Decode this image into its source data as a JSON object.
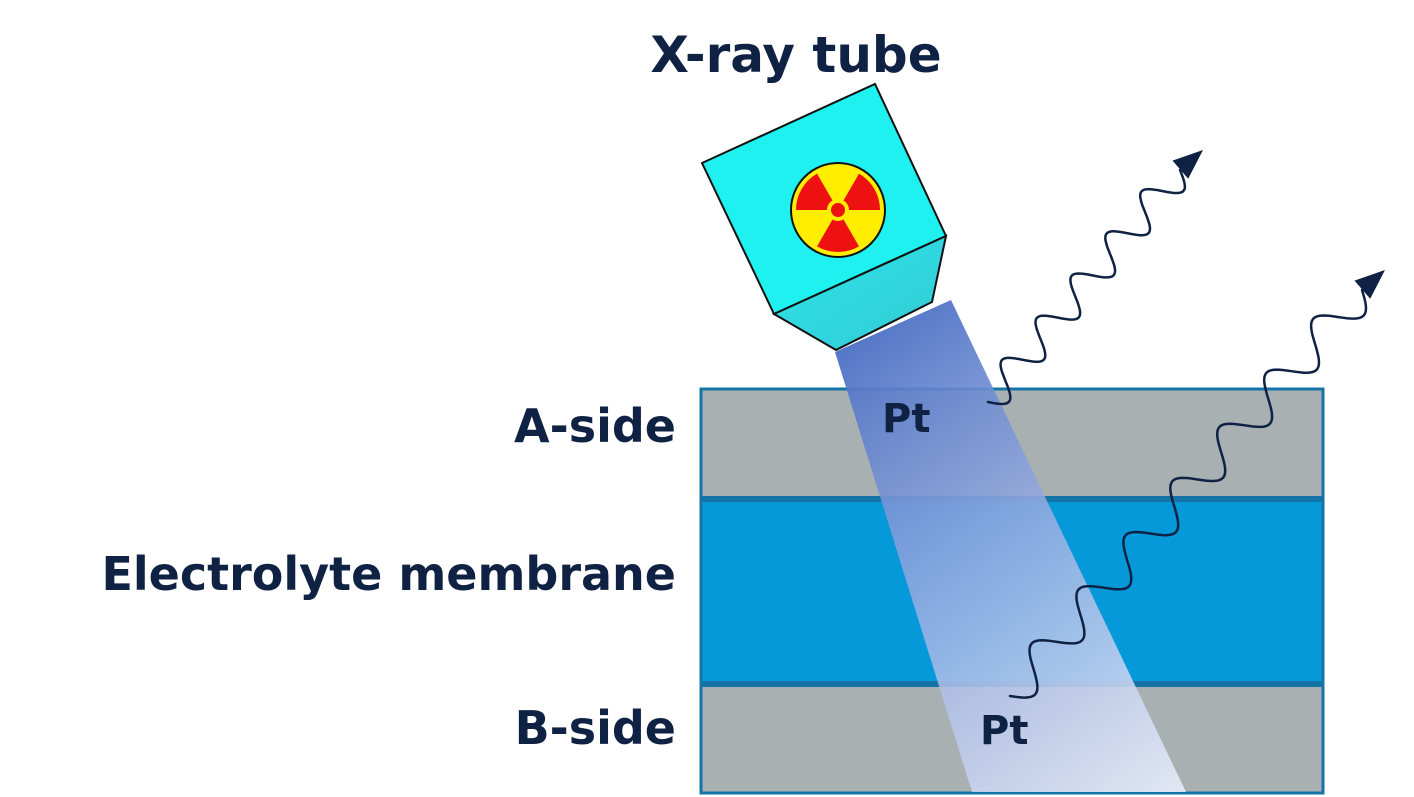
{
  "title": "X-ray tube",
  "layers": [
    {
      "label": "A-side",
      "color": "#a8b0b2"
    },
    {
      "label": "Electrolyte membrane",
      "color": "#0599d9"
    },
    {
      "label": "B-side",
      "color": "#a8b0b2"
    }
  ],
  "pt_labels": [
    "Pt",
    "Pt"
  ],
  "colors": {
    "text": "#0f2244",
    "tube": "#1ff0f0",
    "border": "#1474a8",
    "radiation_yellow": "#ffee00",
    "radiation_red": "#ee1111",
    "arrow": "#0f2244"
  },
  "icons": {
    "tube_symbol": "radiation-icon",
    "emission": "wavy-arrow-icon"
  }
}
